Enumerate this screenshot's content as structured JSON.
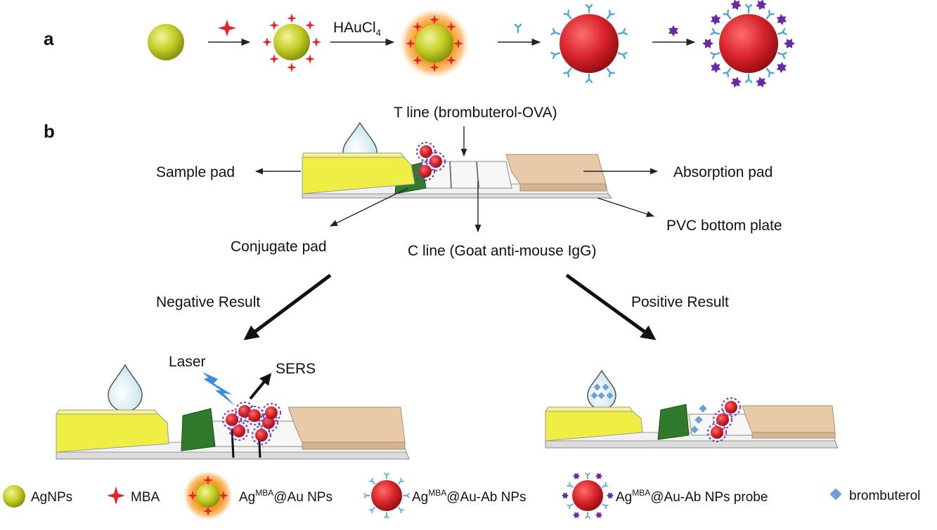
{
  "panels": {
    "a": "a",
    "b": "b"
  },
  "scheme_a": {
    "reagent_label": "HAuCl",
    "reagent_subscript": "4"
  },
  "strip_labels": {
    "t_line": "T line (brombuterol-OVA)",
    "sample_pad": "Sample pad",
    "absorption_pad": "Absorption pad",
    "pvc_plate": "PVC bottom plate",
    "conjugate_pad": "Conjugate pad",
    "c_line": "C line (Goat anti-mouse IgG)"
  },
  "results": {
    "negative": "Negative Result",
    "positive": "Positive Result",
    "laser": "Laser",
    "sers": "SERS"
  },
  "legend": {
    "agnps": "AgNPs",
    "mba": "MBA",
    "agau_prefix": "Ag",
    "agau_sup": "MBA",
    "agau_suffix": "@Au NPs",
    "agauab_prefix": "Ag",
    "agauab_sup": "MBA",
    "agauab_suffix": "@Au-Ab NPs",
    "probe_prefix": "Ag",
    "probe_sup": "MBA",
    "probe_suffix": "@Au-Ab NPs  probe",
    "brombuterol": "brombuterol"
  },
  "colors": {
    "agnp": "#b7c21a",
    "mba": "#e8222a",
    "au_shell": "#f59a23",
    "ab_np": "#d8232a",
    "antibody": "#4aa7d8",
    "probe_star": "#6a2aa8",
    "brombuterol": "#6e9fd6",
    "sample_pad": "#efee44",
    "conjugate_pad": "#2f7b2a",
    "absorption_pad": "#e8c9a8"
  }
}
